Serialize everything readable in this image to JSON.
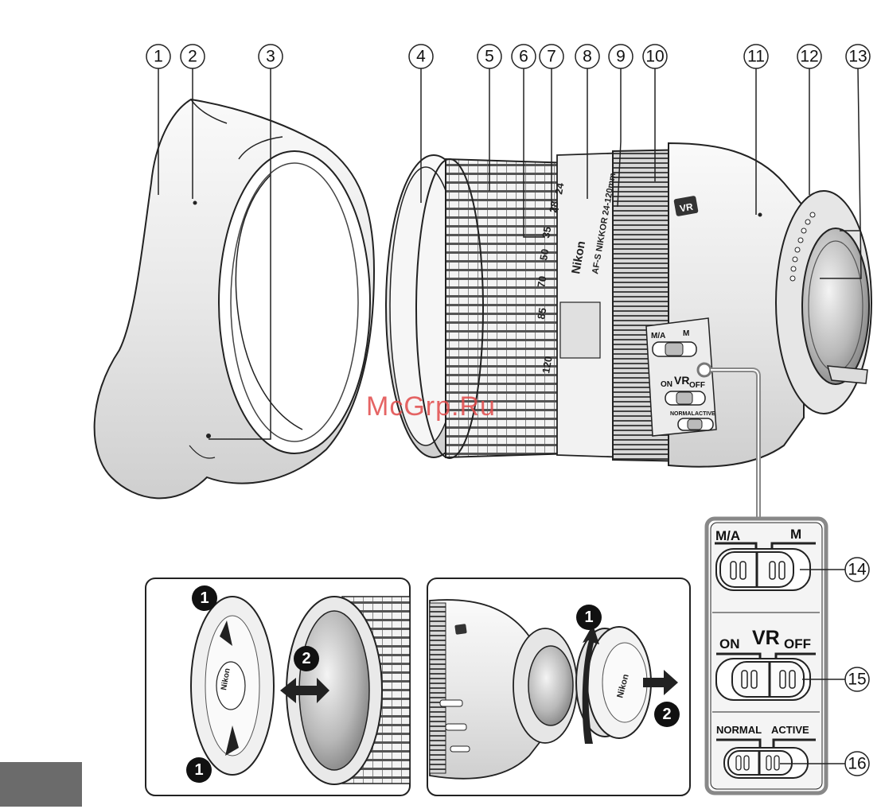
{
  "callouts": {
    "c1": "1",
    "c2": "2",
    "c3": "3",
    "c4": "4",
    "c5": "5",
    "c6": "6",
    "c7": "7",
    "c8": "8",
    "c9": "9",
    "c10": "10",
    "c11": "11",
    "c12": "12",
    "c13": "13",
    "c14": "14",
    "c15": "15",
    "c16": "16"
  },
  "lens_markings": {
    "brand": "Nikon",
    "model": "AF-S NIKKOR 24-120mm",
    "vr_badge": "VR",
    "zoom_scale": [
      "24",
      "28",
      "35",
      "50",
      "70",
      "85",
      "120"
    ]
  },
  "lens_switches": {
    "focus_left": "M/A",
    "focus_right": "M",
    "vr_on": "ON",
    "vr_label": "VR",
    "vr_off": "OFF",
    "mode_left": "NORMAL",
    "mode_right": "ACTIVE"
  },
  "inset_switches": {
    "focus_left": "M/A",
    "focus_right": "M",
    "vr_on": "ON",
    "vr_label": "VR",
    "vr_off": "OFF",
    "mode_left": "NORMAL",
    "mode_right": "ACTIVE"
  },
  "front_cap_panel": {
    "step_a": "1",
    "step_b": "2",
    "step_c": "1",
    "cap_brand": "Nikon"
  },
  "rear_cap_panel": {
    "step_a": "1",
    "step_b": "2",
    "cap_brand": "Nikon"
  },
  "watermark": "McGrp.Ru",
  "colors": {
    "line": "#222222",
    "light_fill": "#f2f2f2",
    "mid_fill": "#d9d9d9",
    "dark_fill": "#8a8a8a",
    "tab": "#6b6b6b",
    "badge": "#111111"
  }
}
